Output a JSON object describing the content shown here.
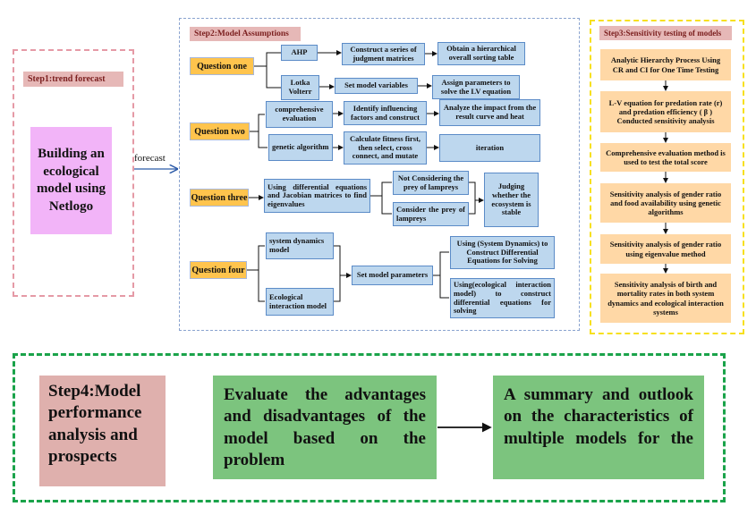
{
  "step1": {
    "title": "Step1:trend forecast",
    "body": "Building an ecological model using Netlogo",
    "arrow_label": "forecast"
  },
  "step2": {
    "title": "Step2:Model Assumptions",
    "q1": {
      "label": "Question one",
      "ahp": "AHP",
      "ahp_step": "Construct a series of judgment matrices",
      "ahp_result": "Obtain a hierarchical overall sorting table",
      "lv": "Lotka Volterr",
      "lv_step": "Set model variables",
      "lv_result": "Assign parameters to solve the LV equation"
    },
    "q2": {
      "label": "Question two",
      "ce": "comprehensive evaluation",
      "ce_step": "Identify influencing factors and construct",
      "ce_result": "Analyze the impact from the result curve and heat",
      "ga": "genetic algorithm",
      "ga_step": "Calculate fitness first, then select, cross connect, and mutate",
      "ga_result": "iteration"
    },
    "q3": {
      "label": "Question three",
      "method": "Using differential equations and Jacobian matrices to find eigenvalues",
      "not_prey": "Not Considering the prey of lampreys",
      "prey": "Consider the prey of lampreys",
      "judge": "Judging whether the ecosystem is stable"
    },
    "q4": {
      "label": "Question four",
      "sd": "system dynamics model",
      "ei": "Ecological interaction model",
      "params": "Set model parameters",
      "sd_result": "Using (System Dynamics) to Construct Differential Equations for Solving",
      "ei_result": "Using(ecological interaction model) to construct differential equations for solving"
    }
  },
  "step3": {
    "title": "Step3:Sensitivity testing of models",
    "items": [
      "Analytic Hierarchy Process Using CR and CI for One Time Testing",
      "L-V equation for predation rate (r) and predation efficiency ( β ) Conducted sensitivity analysis",
      "Comprehensive evaluation method is used to test the total score",
      "Sensitivity analysis of gender ratio and food availability using genetic algorithms",
      "Sensitivity analysis of gender ratio using eigenvalue method",
      "Sensitivity analysis of birth and mortality rates in both system dynamics and ecological interaction systems"
    ]
  },
  "step4": {
    "title": "Step4:Model performance analysis and prospects",
    "evaluate": "Evaluate the advantages and disadvantages of the model based on the problem",
    "summary": "A summary and outlook on the characteristics of multiple models for the"
  },
  "colors": {
    "pink_frame": "#e59aa6",
    "blue_frame": "#8aa3cf",
    "yellow_frame": "#f7e01f",
    "green_frame": "#1aa34a",
    "question_fill": "#ffc44d",
    "method_fill": "#bdd7ee",
    "sensitivity_fill": "#ffd8a6",
    "netlogo_fill": "#f2b4f8",
    "step4_title_fill": "#dfb0ad",
    "step4_box_fill": "#7cc47e"
  }
}
